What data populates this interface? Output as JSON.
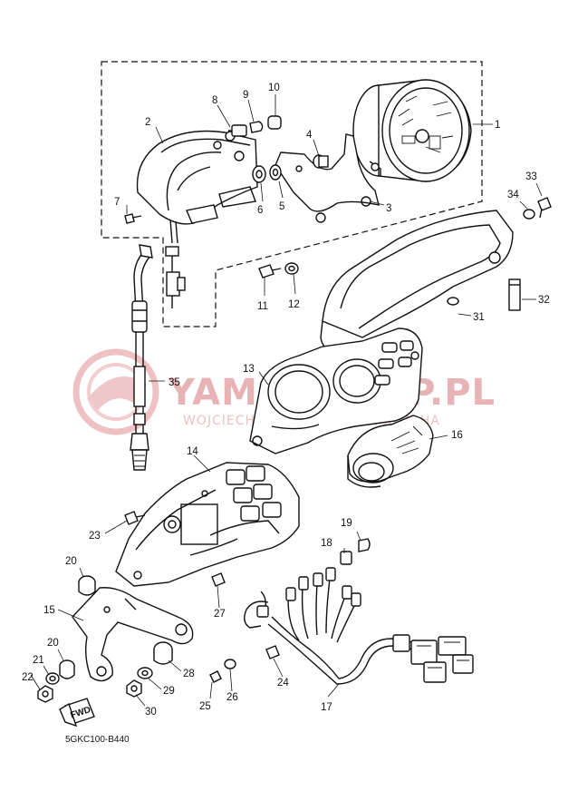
{
  "watermark": {
    "title": "YAMA-SKLEP.PL",
    "subtitle": "WOJCIECH WIĄCEK DEALER YAMAHA"
  },
  "diagram_code": "5GKC100-B440",
  "fwd_label": "FWD",
  "callouts": [
    {
      "id": "c1",
      "label": "1"
    },
    {
      "id": "c2",
      "label": "2"
    },
    {
      "id": "c3",
      "label": "3"
    },
    {
      "id": "c4",
      "label": "4"
    },
    {
      "id": "c5",
      "label": "5"
    },
    {
      "id": "c6",
      "label": "6"
    },
    {
      "id": "c7",
      "label": "7"
    },
    {
      "id": "c8",
      "label": "8"
    },
    {
      "id": "c9",
      "label": "9"
    },
    {
      "id": "c10",
      "label": "10"
    },
    {
      "id": "c11",
      "label": "11"
    },
    {
      "id": "c12",
      "label": "12"
    },
    {
      "id": "c13",
      "label": "13"
    },
    {
      "id": "c14",
      "label": "14"
    },
    {
      "id": "c15",
      "label": "15"
    },
    {
      "id": "c16",
      "label": "16"
    },
    {
      "id": "c17",
      "label": "17"
    },
    {
      "id": "c18",
      "label": "18"
    },
    {
      "id": "c19",
      "label": "19"
    },
    {
      "id": "c20a",
      "label": "20"
    },
    {
      "id": "c20b",
      "label": "20"
    },
    {
      "id": "c21",
      "label": "21"
    },
    {
      "id": "c22",
      "label": "22"
    },
    {
      "id": "c23",
      "label": "23"
    },
    {
      "id": "c24",
      "label": "24"
    },
    {
      "id": "c25",
      "label": "25"
    },
    {
      "id": "c26",
      "label": "26"
    },
    {
      "id": "c27",
      "label": "27"
    },
    {
      "id": "c28",
      "label": "28"
    },
    {
      "id": "c29",
      "label": "29"
    },
    {
      "id": "c30",
      "label": "30"
    },
    {
      "id": "c31",
      "label": "31"
    },
    {
      "id": "c32",
      "label": "32"
    },
    {
      "id": "c33",
      "label": "33"
    },
    {
      "id": "c34",
      "label": "34"
    },
    {
      "id": "c35",
      "label": "35"
    }
  ]
}
